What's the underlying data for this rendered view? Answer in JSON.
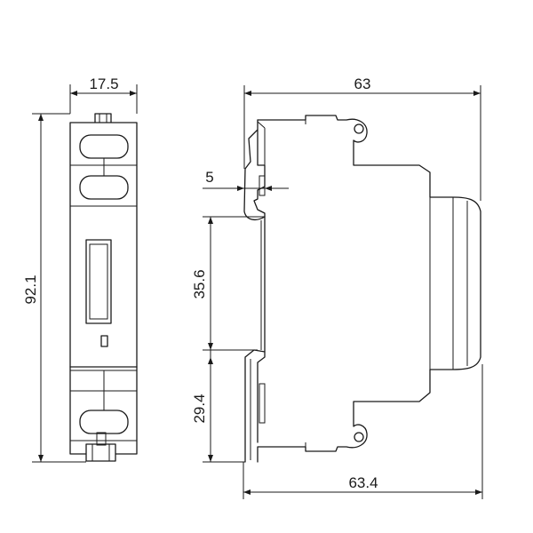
{
  "dimensions": {
    "front_width": "17.5",
    "front_height": "92.1",
    "side_depth_top": "63",
    "side_depth_bottom": "63.4",
    "rail_offset": "5",
    "upper_height": "35.6",
    "lower_height": "29.4"
  }
}
